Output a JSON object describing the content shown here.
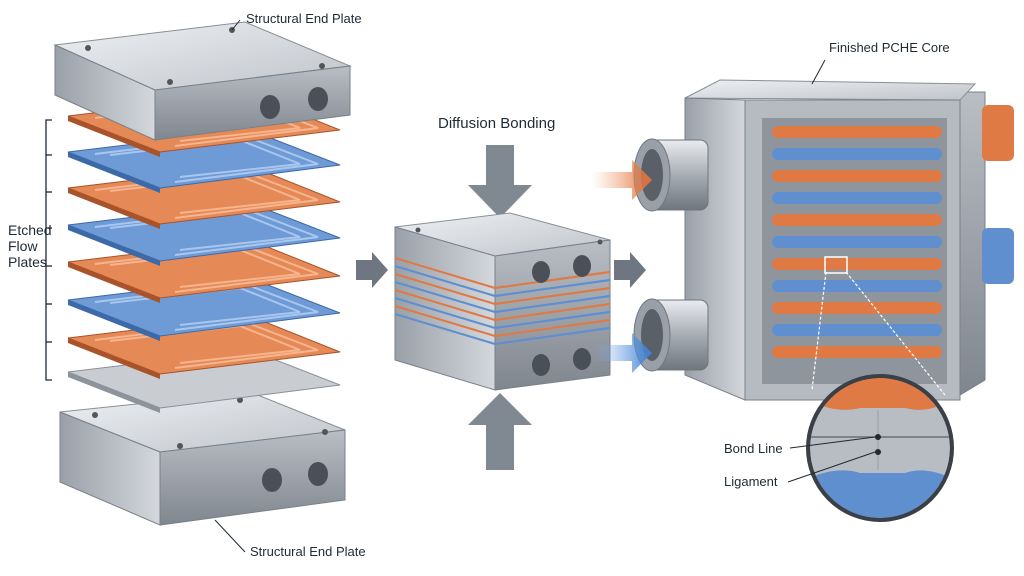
{
  "labels": {
    "top_end_plate": "Structural End Plate",
    "bottom_end_plate": "Structural End Plate",
    "etched_flow_plates": "Etched Flow Plates",
    "diffusion_bonding": "Diffusion Bonding",
    "finished_core": "Finished PCHE Core",
    "bond_line": "Bond Line",
    "ligament": "Ligament"
  },
  "colors": {
    "steel_light": "#d9dde2",
    "steel_mid": "#aeb4bb",
    "steel_dark": "#7b828b",
    "copper": "#e07a45",
    "copper_dark": "#b5532a",
    "blue": "#5f8fcf",
    "blue_dark": "#3c6aa8",
    "arrow_gray": "#7d8590",
    "text": "#1f2a36"
  },
  "icons": [
    "bracket-icon",
    "process-arrow-icon",
    "press-arrow-icon",
    "flow-arrow-icon",
    "magnifier-circle-icon"
  ]
}
